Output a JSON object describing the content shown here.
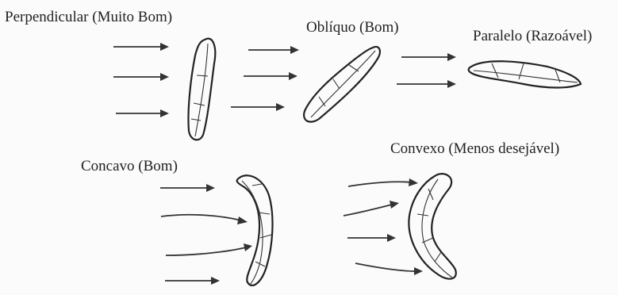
{
  "diagram": {
    "labels": {
      "perpendicular": "Perpendicular (Muito Bom)",
      "obliquo": "Oblíquo (Bom)",
      "paralelo": "Paralelo (Razoável)",
      "concavo": "Concavo (Bom)",
      "convexo": "Convexo (Menos desejável)"
    },
    "colors": {
      "ink": "#222222",
      "background": "#fbfbfb"
    }
  }
}
